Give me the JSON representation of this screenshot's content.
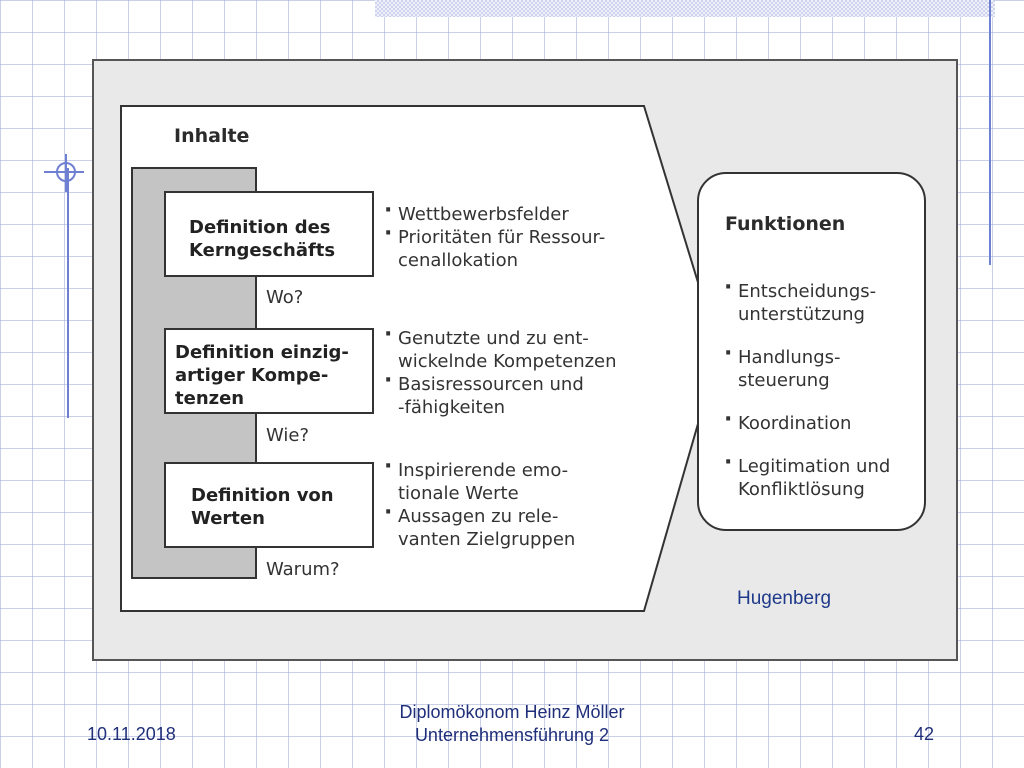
{
  "diagram": {
    "inhalte_title": "Inhalte",
    "boxes": [
      {
        "lines": [
          "Definition des",
          "Kerngeschäfts"
        ],
        "question": "Wo?",
        "bullets": [
          [
            "Wettbewerbsfelder"
          ],
          [
            "Prioritäten für Ressour-",
            "cenallokation"
          ]
        ]
      },
      {
        "lines": [
          "Definition einzig-",
          "artiger Kompe-",
          "tenzen"
        ],
        "question": "Wie?",
        "bullets": [
          [
            "Genutzte und zu ent-",
            "wickelnde Kompetenzen"
          ],
          [
            "Basisressourcen und",
            "-fähigkeiten"
          ]
        ]
      },
      {
        "lines": [
          "Definition von",
          "Werten"
        ],
        "question": "Warum?",
        "bullets": [
          [
            "Inspirierende emo-",
            "tionale Werte"
          ],
          [
            "Aussagen zu rele-",
            "vanten Zielgruppen"
          ]
        ]
      }
    ],
    "funktionen_title": "Funktionen",
    "funktionen": [
      [
        "Entscheidungs-",
        "unterstützung"
      ],
      [
        "Handlungs-",
        "steuerung"
      ],
      [
        "Koordination"
      ],
      [
        "Legitimation und",
        "Konfliktlösung"
      ]
    ],
    "credit": "Hugenberg"
  },
  "footer": {
    "date": "10.11.2018",
    "author": "Diplomökonom Heinz Möller",
    "course": "Unternehmensführung 2",
    "page": "42"
  }
}
